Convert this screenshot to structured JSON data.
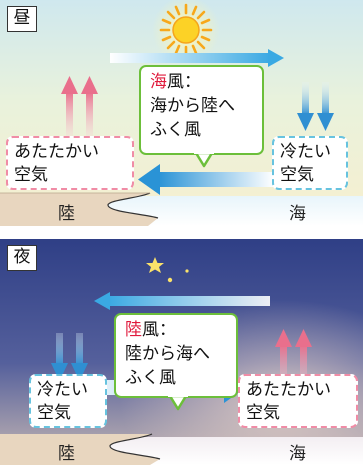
{
  "day": {
    "title": "昼",
    "callout": {
      "highlight": "海",
      "title_rest": "風：",
      "line1": "海から陸へ",
      "line2": "ふく風"
    },
    "warm_air": {
      "line1": "あたたかい",
      "line2": "空気"
    },
    "cool_air": {
      "line1": "冷たい",
      "line2": "空気"
    },
    "land": "陸",
    "sea": "海",
    "icon": "sun-icon"
  },
  "night": {
    "title": "夜",
    "callout": {
      "highlight": "陸",
      "title_rest": "風：",
      "line1": "陸から海へ",
      "line2": "ふく風"
    },
    "cool_air": {
      "line1": "冷たい",
      "line2": "空気"
    },
    "warm_air": {
      "line1": "あたたかい",
      "line2": "空気"
    },
    "land": "陸",
    "sea": "海",
    "icon": "moon-icon"
  },
  "colors": {
    "warm_arrow": "#e96f8c",
    "cool_arrow": "#2f8fd2",
    "wind_arrow": "#3aa9e3",
    "callout_border": "#6cbf3a",
    "highlight_text": "#e01a3c"
  }
}
